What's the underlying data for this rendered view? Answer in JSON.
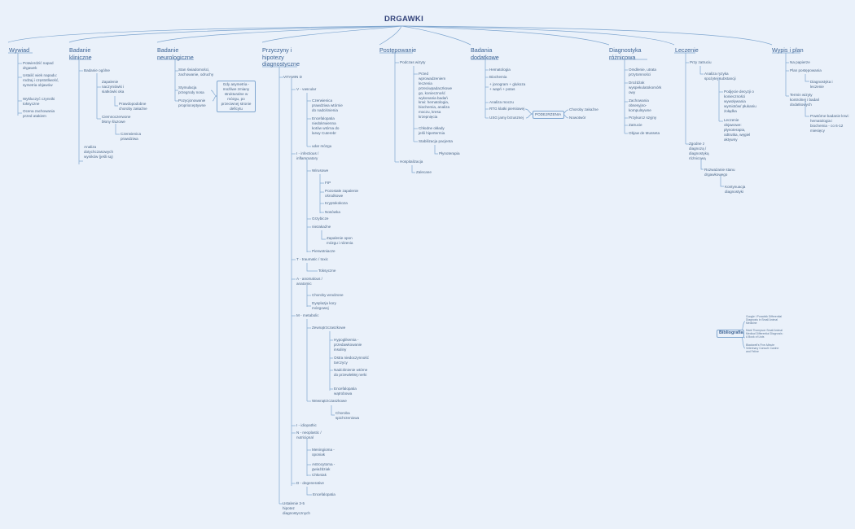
{
  "title": "DRGAWKI",
  "branches": {
    "wywiad": {
      "label": "Wywiad",
      "items": [
        "Potwierdzić napad drgawek",
        "Ustalić wiek napadu: rodzaj i częstotliwość, symetria objawów",
        "Wykluczyć czynniki toksyczne",
        "Ocena zachowania przed atakiem"
      ]
    },
    "badanie_kliniczne": {
      "label": "Badanie kliniczne",
      "ogolne": "Badanie ogólne",
      "naczyniowki": "Zapalenie naczyniówki i siatkówki oka",
      "prawdopodobne": "Prawdopodobne choroby zakaźne",
      "ciemnoczerwone": "Ciemnoczerwone błony śluzowe",
      "czerwienica": "Czerwienica prawdziwa",
      "analiza": "Analiza dotychczasowych wyników (jeśli są)"
    },
    "badanie_neuro": {
      "label": "Badanie neurologiczne",
      "items": [
        "Stan świadomości, zachowanie, odruchy",
        "Stymulacja przegrody nosa",
        "Pozycjonowanie proprioceptywne"
      ],
      "box": "Gdy asymetria - możliwe zmiany strukturalne w mózgu, po przeciwnej stronie deficytu"
    },
    "przyczyny": {
      "label": "Przyczyny i hipotezy diagnostyczne",
      "vitamin": "VITAMIN D",
      "v": "V - vascular",
      "v_items": [
        "Czerwienica prawdziwa wtórnie do nadciśnienia",
        "Encefalopatia niedokrwienna kotów wtórna do larwy Cuterebr",
        "udar mózgu"
      ],
      "i1": "I - infectious / inflammatory",
      "wirusowe": "Wirusowe",
      "wir_items": [
        "FIP",
        "Pozostałe zapalenie ośrodkowe",
        "Kryptokokoza",
        "Nosówka"
      ],
      "grzybicze": "Grzybicze",
      "niezakazne": "niezakaźne",
      "zapalenie_opon": "Zapalenie opon mózgu i rdzenia",
      "pierwotniacze": "Pierwotniacze",
      "t": "T - traumatic / toxic",
      "toksyczne": "Toksyczne",
      "a": "A - anomalous / anatomic",
      "a_items": [
        "Choroby wrodzone",
        "Dysplazja kory mózgowej"
      ],
      "m": "M - metabolic",
      "zewnatrz": "Zewnątrzczaszkowe",
      "zew_items": [
        "Hypoglikemia - przedawkowanie insuliny",
        "Ostra niedoczynność tarczycy",
        "Nadciśnienie wtórne do przewlekłej nerki",
        "Encefalopatia wątrobowa"
      ],
      "wewnatrz": "Wewnątrzczaszkowe",
      "spichrzeniowa": "Choroba spichrzeniowa",
      "i2": "I - idiopathic",
      "n": "N - neoplastic / nutricional",
      "n_items": [
        "Meningioma - oponiak",
        "Astrocytoma - gwiaździak",
        "Chłoniak"
      ],
      "d": "D - degenerative",
      "encefalopatia": "Encefalopatia",
      "ustalenie": "Ustalenie 3-5 hipotez diagnostycznych"
    },
    "postepowanie": {
      "label": "Postępowanie",
      "podczas": "Podczas wizyty",
      "przed": "Przed wprowadzeniem leczenia przeciwpadaczkowe go, konieczność wykonania badań krwi: hematologia, biochemia, analiza moczu, kresa krzepnięcia",
      "chlodne": "Chłodne okłady jeśli hipertermia",
      "stabilizacja": "Stabilizacja pacjenta",
      "plynoterapia": "Płynoterapia",
      "hospitalizacja": "Hospitalizacja",
      "zalecane": "Zalecane"
    },
    "badania_dod": {
      "label": "Badania dodatkowe",
      "items": [
        "Hematologia",
        "Biochemia",
        "+ jonogram + glukoza + wapń + potas",
        "Analiza moczu",
        "RTG klatki piersiowej",
        "USG jamy brzusznej"
      ],
      "podejrzenia": "PODEJRZENIA",
      "pod_items": [
        "Choroby zakaźne",
        "Nowotwór"
      ]
    },
    "diagnostyka": {
      "label": "Diagnostyka różnicowa",
      "items": [
        "Omdlenie, utrata przytomności",
        "Drożdżak wyspekulatokomórk owy",
        "Zachowania obsesyjno-kompulsywne",
        "Przykurcz szyjny",
        "Zatrucie",
        "Objaw de Musseta"
      ]
    },
    "leczenie": {
      "label": "Leczenie",
      "przy": "Przy zatruciu",
      "analiza": "Analiza ryzyka spożytej substancji",
      "podjecie": "Podjęcie decyzji o konieczności wywoływania wymiotów/ płukaniu żołądka",
      "leczenie_obj": "Leczenie objawowe: płynoterapia, odtrutka, węgiel aktywny",
      "zgodne": "Zgodne z diagnozą / diagnostyką różnicową",
      "rozwazanie": "Rozważanie stanu drgawkowego",
      "kontynuacja": "Kontynuacja diagnostyki"
    },
    "wypis": {
      "label": "Wypis i plan",
      "papierze": "Na papierze",
      "plan": "Plan postępowania",
      "diagnostyka": "Diagnostyka i leczenie",
      "termin": "Termin wizyty kontrolnej i badań dodatkowych",
      "powtorne": "Powtórne badanie krwi: hematologia i biochemia - co 6-12 miesięcy"
    }
  },
  "bibliografia": {
    "label": "Bibliografia",
    "refs": [
      "Google i Poradnik Differential Diagnosis in Small Animal Medicine",
      "Mark Thompson Small Animal Medical Differential Diagnosis: A Book of Lists",
      "Blackwell's Five-Minute Veterinary Consult: Canine and Feline"
    ]
  }
}
